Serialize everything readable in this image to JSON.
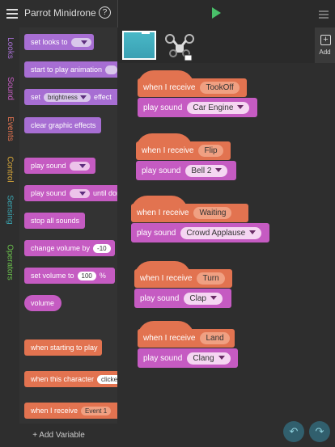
{
  "header": {
    "title": "Parrot Minidrone",
    "help_glyph": "?"
  },
  "categories": [
    {
      "label": "Looks",
      "color": "#a76ed3"
    },
    {
      "label": "Sound",
      "color": "#c55bc2"
    },
    {
      "label": "Events",
      "color": "#e27350"
    },
    {
      "label": "Control",
      "color": "#d8a83a"
    },
    {
      "label": "Sensing",
      "color": "#3aa7b3"
    },
    {
      "label": "Operators",
      "color": "#6abf4b"
    }
  ],
  "palette": {
    "set_looks_to": "set looks to",
    "start_to_play_animation": "start to play animation",
    "set_effect_prefix": "set",
    "set_effect_value": "brightness",
    "set_effect_suffix": "effect",
    "clear_graphic_effects": "clear graphic effects",
    "play_sound": "play sound",
    "play_sound_until_done_prefix": "play sound",
    "play_sound_until_done_suffix": "until done",
    "stop_all_sounds": "stop all sounds",
    "change_volume_by": "change volume by",
    "change_volume_value": "-10",
    "set_volume_to": "set volume to",
    "set_volume_value": "100",
    "set_volume_unit": "%",
    "volume": "volume",
    "when_starting_to_play": "when starting to play",
    "when_this_character": "when this character",
    "when_this_character_value": "clicked",
    "when_i_receive": "when I receive",
    "when_i_receive_value": "Event 1"
  },
  "add_variable": "+ Add Variable",
  "add_sprite_label": "Add",
  "scripts": [
    {
      "hat": "when I receive",
      "message": "TookOff",
      "action": "play sound",
      "sound": "Car Engine"
    },
    {
      "hat": "when I receive",
      "message": "Flip",
      "action": "play sound",
      "sound": "Bell 2"
    },
    {
      "hat": "when I receive",
      "message": "Waiting",
      "action": "play sound",
      "sound": "Crowd Applause"
    },
    {
      "hat": "when I receive",
      "message": "Turn",
      "action": "play sound",
      "sound": "Clap"
    },
    {
      "hat": "when I receive",
      "message": "Land",
      "action": "play sound",
      "sound": "Clang"
    }
  ],
  "undo_glyph": "↶",
  "redo_glyph": "↷"
}
